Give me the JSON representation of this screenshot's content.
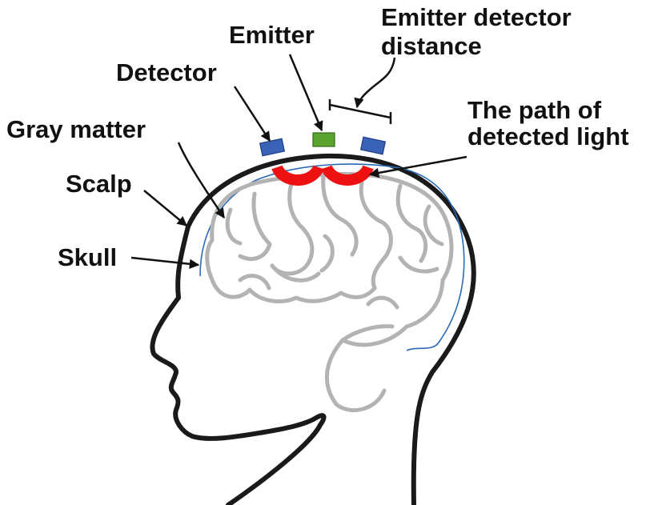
{
  "labels": {
    "emitter": "Emitter",
    "distance_line1": "Emitter detector",
    "distance_line2": "distance",
    "detector": "Detector",
    "path_line1": "The path of",
    "path_line2": "detected light",
    "gray_matter": "Gray matter",
    "scalp": "Scalp",
    "skull": "Skull"
  },
  "colors": {
    "outline": "#1a1a1a",
    "brain": "#b3b3b3",
    "skull_line": "#2a6bb5",
    "light_path": "#ee1111",
    "emitter": "#5aa32e",
    "detector": "#3a63b8"
  }
}
